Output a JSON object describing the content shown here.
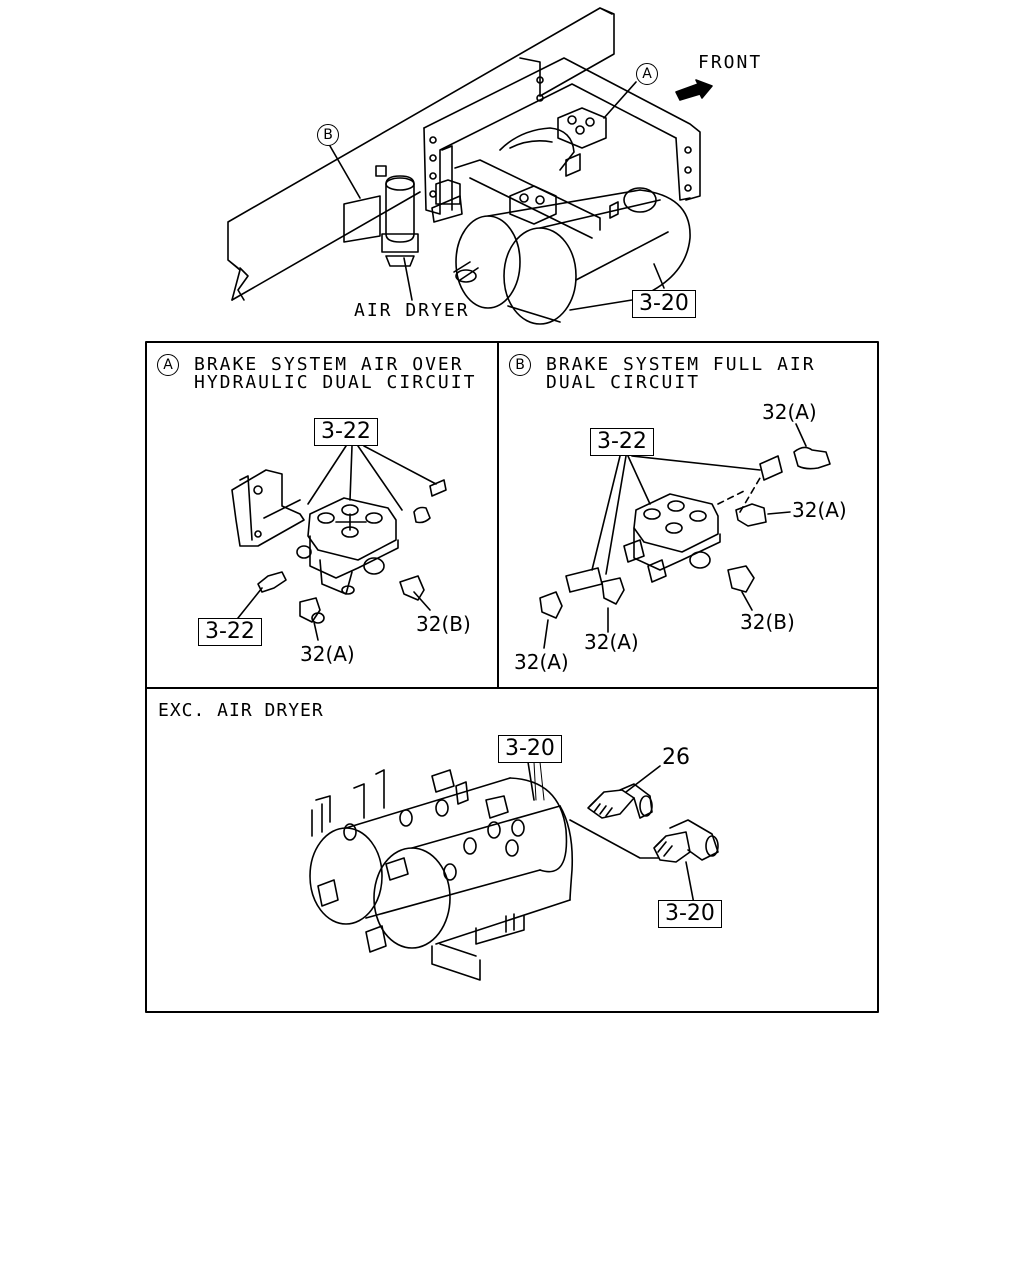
{
  "overview": {
    "front_label": "FRONT",
    "callout_a": "A",
    "callout_b": "B",
    "air_dryer_label": "AIR DRYER",
    "ref_3_20": "3-20"
  },
  "panel_a": {
    "marker": "A",
    "title_line1": "BRAKE SYSTEM AIR OVER",
    "title_line2": "HYDRAULIC DUAL CIRCUIT",
    "ref_top": "3-22",
    "ref_bottom": "3-22",
    "label_32b": "32(B)",
    "label_32a": "32(A)"
  },
  "panel_b": {
    "marker": "B",
    "title_line1": "BRAKE SYSTEM FULL AIR",
    "title_line2": "DUAL CIRCUIT",
    "ref_3_22": "3-22",
    "label_32a_top": "32(A)",
    "label_32a_right": "32(A)",
    "label_32b": "32(B)",
    "label_32a_mid": "32(A)",
    "label_32a_left": "32(A)"
  },
  "panel_c": {
    "title": "EXC. AIR DRYER",
    "ref_top": "3-20",
    "label_26": "26",
    "ref_bottom": "3-20"
  }
}
